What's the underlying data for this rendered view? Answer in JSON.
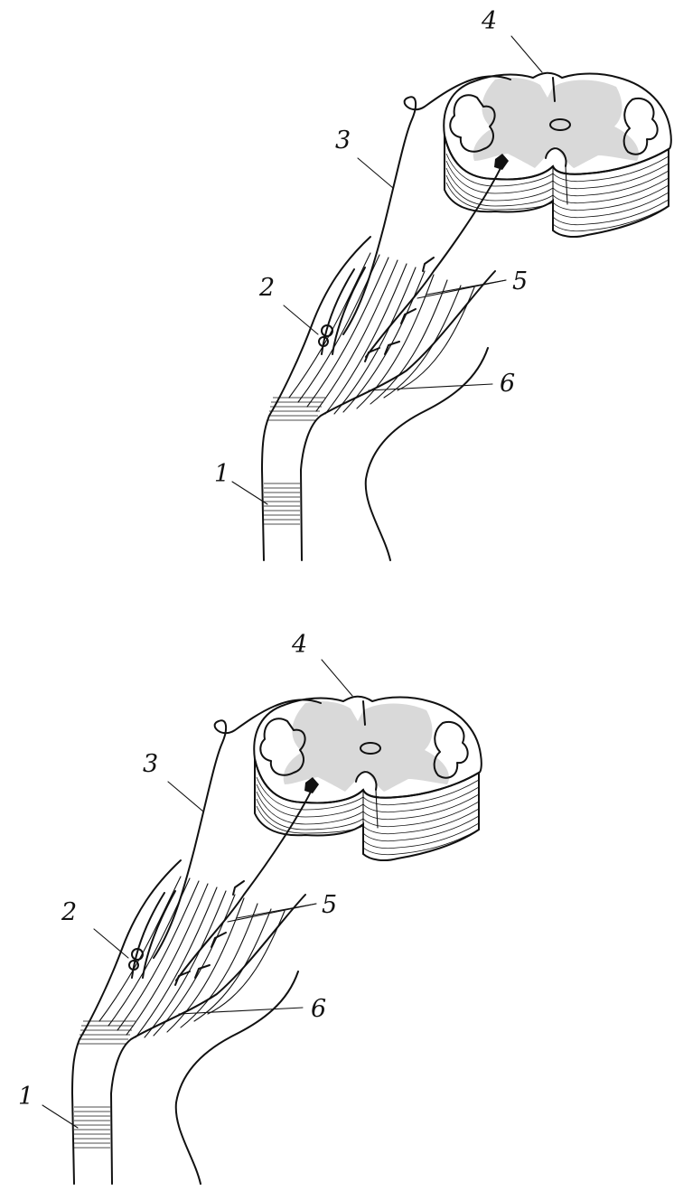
{
  "diagrams": [
    {
      "labels": {
        "l1": "1",
        "l2": "2",
        "l3": "3",
        "l4": "4",
        "l5": "5",
        "l6": "6"
      }
    },
    {
      "labels": {
        "l1": "1",
        "l2": "2",
        "l3": "3",
        "l4": "4",
        "l5": "5",
        "l6": "6"
      }
    }
  ]
}
